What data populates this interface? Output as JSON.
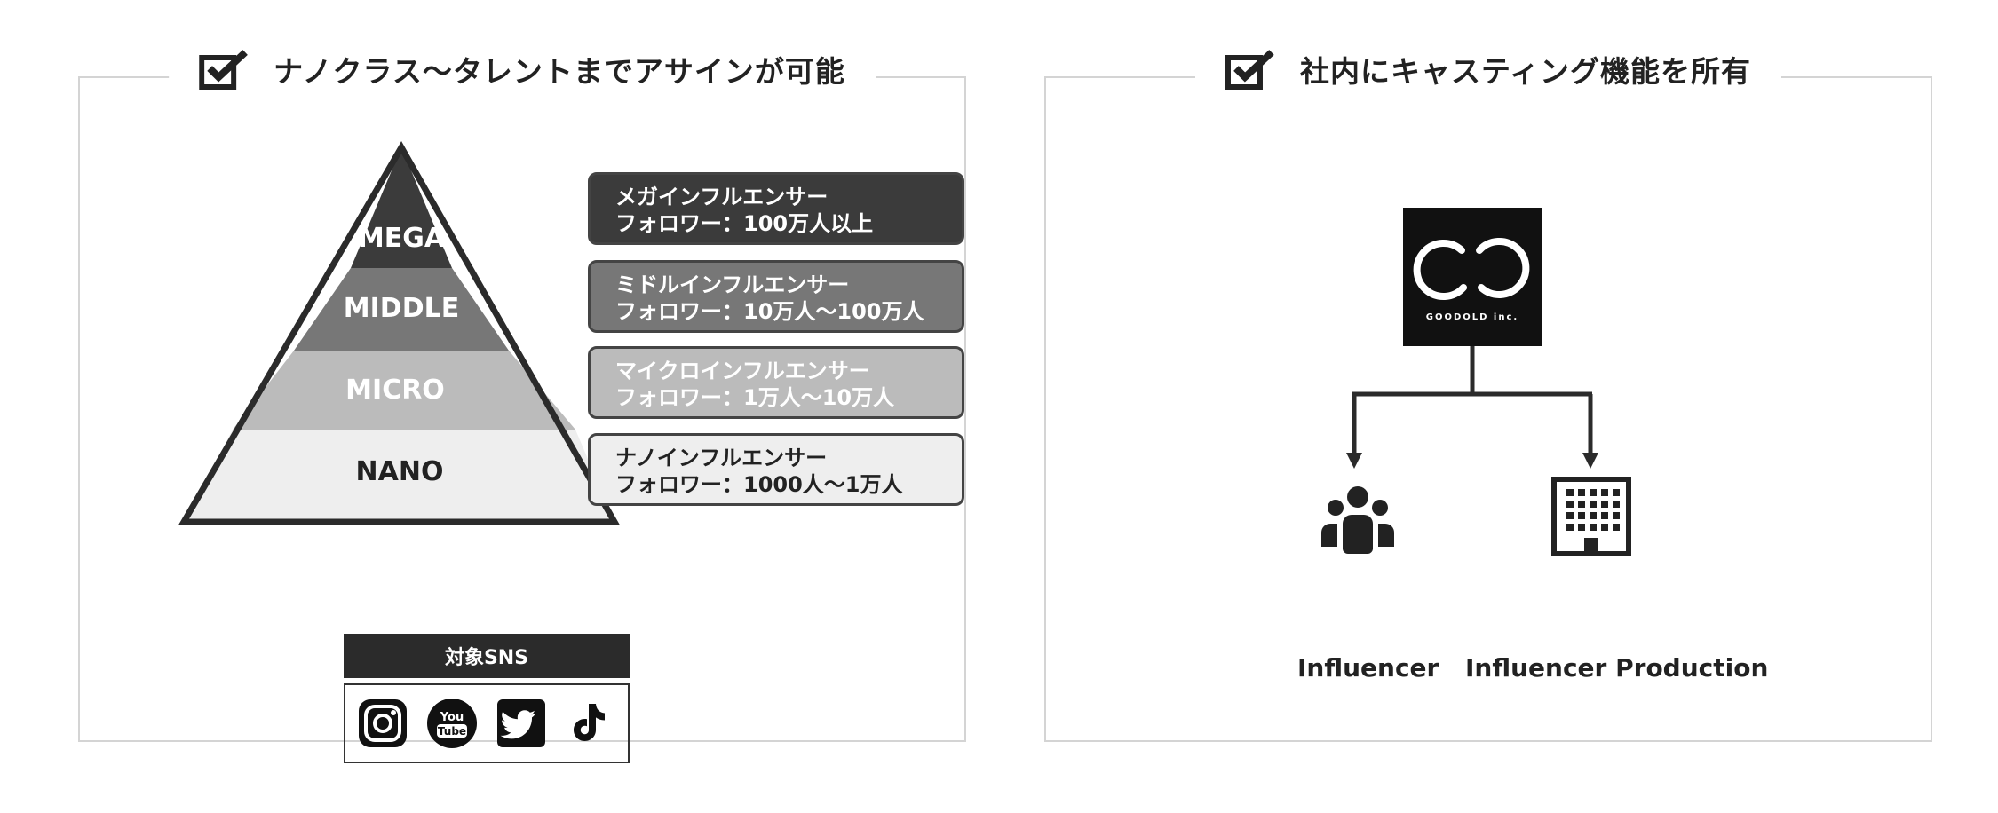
{
  "left_panel": {
    "title": "ナノクラス〜タレントまでアサインが可能",
    "pyramid": {
      "tiers": [
        {
          "label": "MEGA",
          "color": "#3b3b3b"
        },
        {
          "label": "MIDDLE",
          "color": "#777777"
        },
        {
          "label": "MICRO",
          "color": "#bbbbbb"
        },
        {
          "label": "NANO",
          "color": "#eeeeee"
        }
      ]
    },
    "cards": [
      {
        "line1": "メガインフルエンサー",
        "line2": "フォロワー：100万人以上",
        "bg": "#3b3b3b",
        "fg": "#ffffff"
      },
      {
        "line1": "ミドルインフルエンサー",
        "line2": "フォロワー：10万人〜100万人",
        "bg": "#777777",
        "fg": "#ffffff"
      },
      {
        "line1": "マイクロインフルエンサー",
        "line2": "フォロワー：1万人〜10万人",
        "bg": "#bbbbbb",
        "fg": "#ffffff"
      },
      {
        "line1": "ナノインフルエンサー",
        "line2": "フォロワー：1000人〜1万人",
        "bg": "#eeeeee",
        "fg": "#222222"
      }
    ],
    "sns": {
      "header": "対象SNS",
      "icons": [
        "instagram-icon",
        "youtube-icon",
        "twitter-icon",
        "tiktok-icon"
      ],
      "youtube_you": "You",
      "youtube_tube": "Tube"
    }
  },
  "right_panel": {
    "title": "社内にキャスティング機能を所有",
    "logo_text": "GOODOLD inc.",
    "branches": [
      {
        "label": "Influencer",
        "icon": "people-group-icon"
      },
      {
        "label": "Influencer Production",
        "icon": "building-icon"
      }
    ]
  },
  "colors": {
    "dark": "#2b2b2b",
    "border": "#d4d4d4"
  }
}
